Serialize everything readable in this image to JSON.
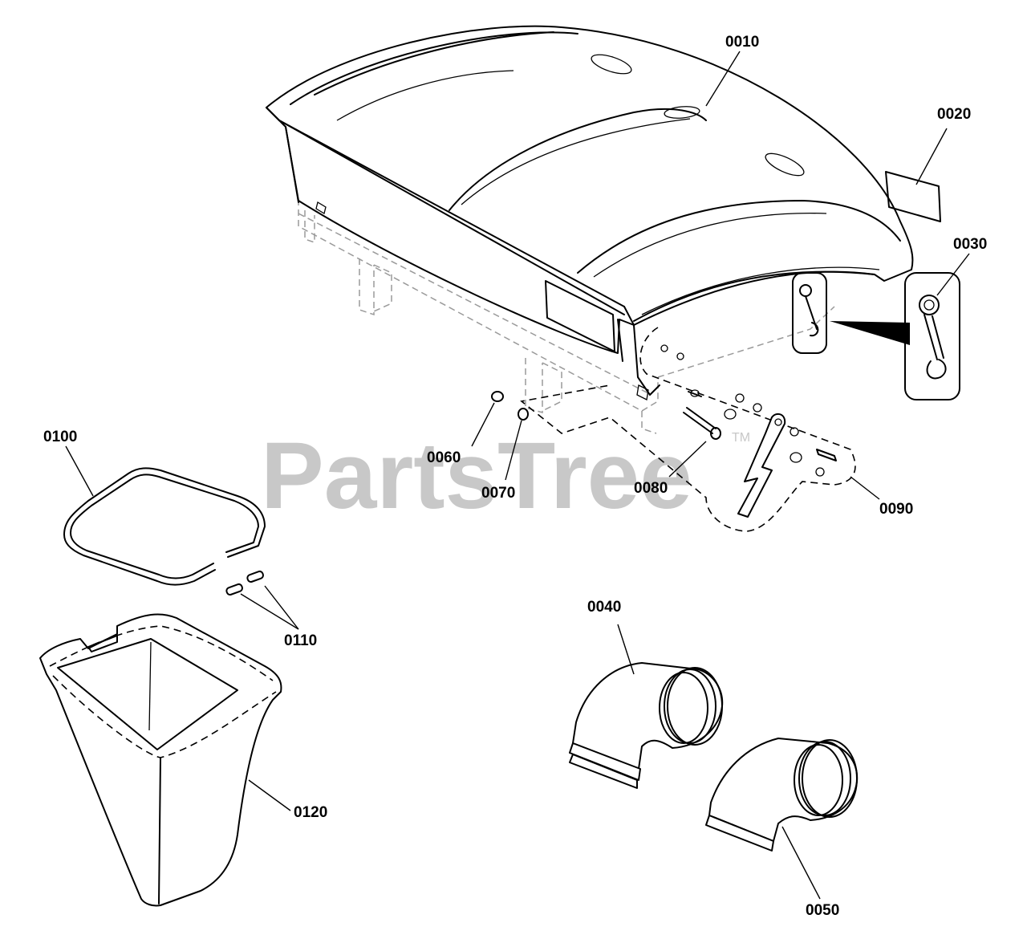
{
  "watermark": {
    "text": "PartsTree",
    "tm": "TM"
  },
  "parts": [
    {
      "id": "0010",
      "label": "0010"
    },
    {
      "id": "0020",
      "label": "0020"
    },
    {
      "id": "0030",
      "label": "0030"
    },
    {
      "id": "0040",
      "label": "0040"
    },
    {
      "id": "0050",
      "label": "0050"
    },
    {
      "id": "0060",
      "label": "0060"
    },
    {
      "id": "0070",
      "label": "0070"
    },
    {
      "id": "0080",
      "label": "0080"
    },
    {
      "id": "0090",
      "label": "0090"
    },
    {
      "id": "0100",
      "label": "0100"
    },
    {
      "id": "0110",
      "label": "0110"
    },
    {
      "id": "0120",
      "label": "0120"
    }
  ]
}
